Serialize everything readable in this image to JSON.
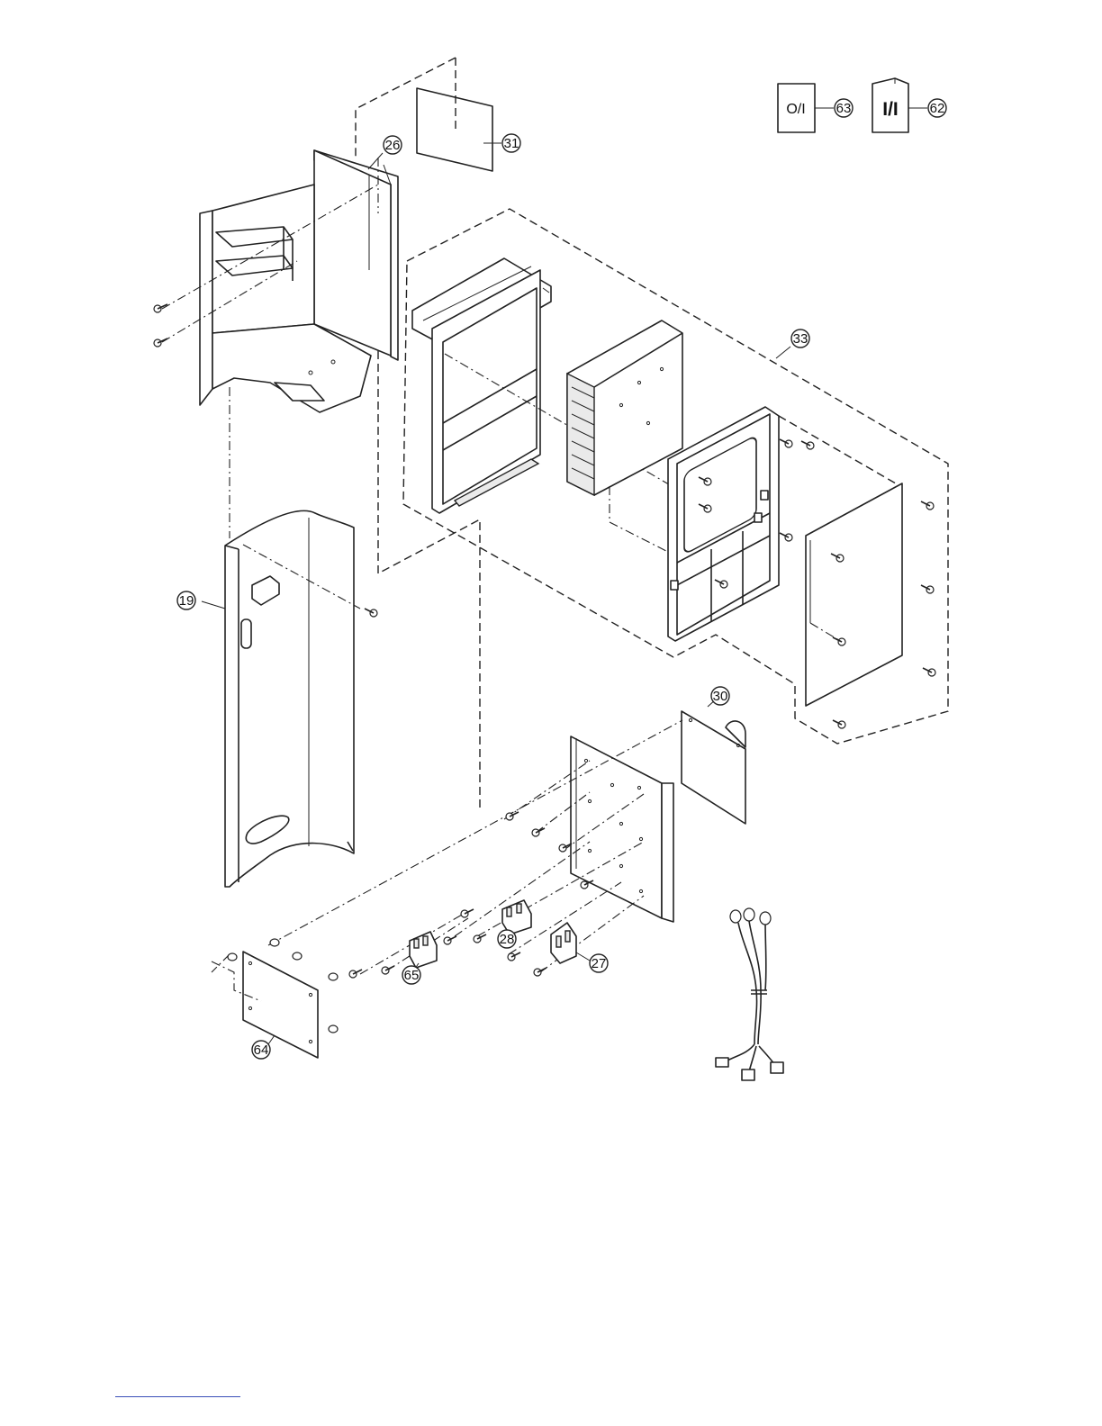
{
  "parts": {
    "p19": "19",
    "p26": "26",
    "p27": "27",
    "p28": "28",
    "p30": "30",
    "p31": "31",
    "p33": "33",
    "p62": "62",
    "p63": "63",
    "p64": "64",
    "p65": "65"
  },
  "documents": {
    "owner_manual_label": "O/I",
    "install_manual_label": "I/I"
  },
  "colors": {
    "line": "#222222",
    "link": "#3a4fb8"
  }
}
